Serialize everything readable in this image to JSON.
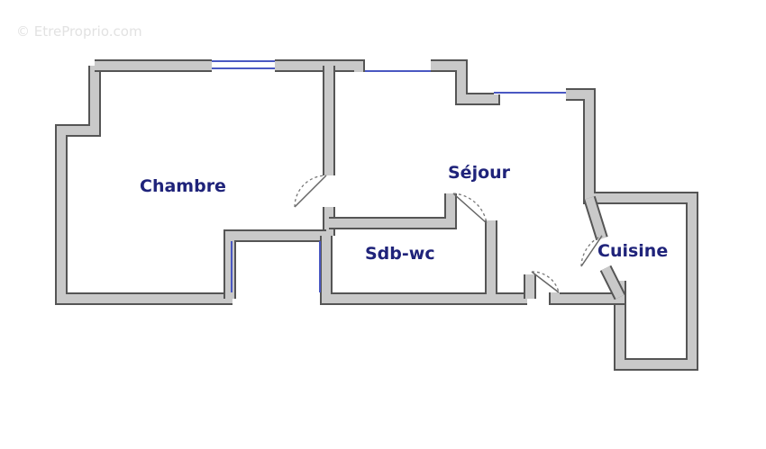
{
  "watermark": "© EtreProprio.com",
  "rooms": {
    "chambre": "Chambre",
    "sejour": "Séjour",
    "sdb": "Sdb-wc",
    "cuisine": "Cuisine"
  },
  "colors": {
    "wall_dark": "#555555",
    "wall_fill": "#c9c9c9",
    "label": "#1f237a",
    "window": "#4a58c2"
  }
}
